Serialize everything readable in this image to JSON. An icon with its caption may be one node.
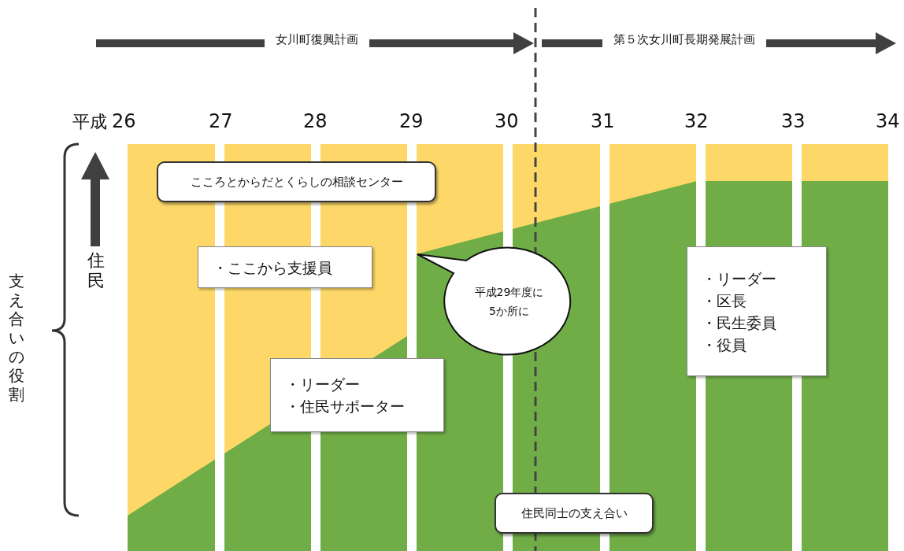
{
  "diagram": {
    "nodes": [
      {
        "text": [
          "こころとからだとくらしの相談センター"
        ]
      },
      {
        "text": [
          "・ここから支援員"
        ]
      },
      {
        "text": [
          "平成29年度に5か所に"
        ]
      },
      {
        "text": [
          "・リーダー",
          "・住民サポーター"
        ]
      },
      {
        "text": [
          "・リーダー",
          "・区長",
          "・民生委員",
          "・役員"
        ]
      },
      {
        "text": [
          "住民同士の支え合い"
        ]
      }
    ],
    "edges": [],
    "labels": [
      "女川町復興計画",
      "第５次女川町長期発展計画",
      "平成",
      "26",
      "27",
      "28",
      "29",
      "30",
      "31",
      "32",
      "33",
      "34",
      "住民",
      "支え合いの役割"
    ]
  }
}
